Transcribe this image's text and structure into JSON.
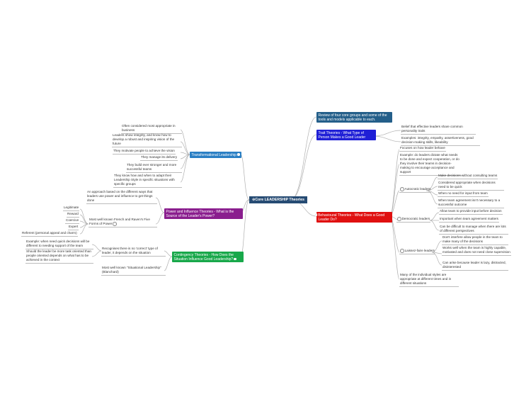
{
  "colors": {
    "root": "#264b73",
    "review": "#245f8a",
    "trait": "#1f1fd6",
    "behavioral": "#e01010",
    "transformational": "#2a7fc4",
    "power": "#8a1e8e",
    "contingency": "#18a84a",
    "connector": "#b0b0b0"
  },
  "root": {
    "label": "Core LEADERSHIP Theories",
    "icon": "mindmap-icon"
  },
  "review": {
    "text": "Review of four core groups and some of the tools and models applicable to each."
  },
  "trait": {
    "text": "Trait Theories - What Type of Person Makes a Good Leader",
    "children": [
      "Belief that effective leaders share common personality traits",
      "Examples: integrity, empathy, assertiveness, good decision-making skills, likeability"
    ]
  },
  "behavioral": {
    "text": "Behavioural Theories - What Does a Good Leader Do?",
    "intro": [
      "Focuses on how leader behave",
      "Example: do leaders dictate what needs to be done and expect cooperation, or do they involve their teams in decision-making to encourage acceptance and support"
    ],
    "autocratic": {
      "label": "Autocratic leaders",
      "children": [
        "Make decisions without consulting teams",
        "Considered appropriate when decisions need to be quick",
        "When no need for input from team",
        "When team agreement isn't necessary to a successful outcome"
      ]
    },
    "democratic": {
      "label": "Democratic leaders",
      "children": [
        "Allow team to provide input before decision",
        "Important when team agreement matters",
        "Can be difficult to manage when there are lots of different perspectives"
      ]
    },
    "laissez": {
      "label": "Laissez-faire leaders",
      "children": [
        "Don't interfere allow people in the team to make many of the decisions",
        "Works well when the team is highly capable, motivated and does not need close supervision",
        "Can arise because leader is lazy, distracted, disinterested"
      ]
    },
    "outro": "Many of the individual styles are appropriate at different times and in different situations"
  },
  "transformational": {
    "text": "Transformational Leadership",
    "children": [
      "Often considered most appropriate in business",
      "Leaders show integrity, and know how to develop a robust and inspiring vision of the future",
      "They motivate people to achieve the vision",
      "They manage its delivery",
      "They build ever stronger and more successful teams",
      "They know how and when to adapt their Leadership Style in specific situations with specific groups"
    ]
  },
  "power": {
    "text": "Power and Influence Theories - What is the Source of the Leader's Power?",
    "intro": "An approach based on the different ways that leaders use power and influence to get things done",
    "forms_label": "Most well known French and Raven's Five Forms of Power",
    "forms": [
      "Legitimate",
      "Reward",
      "Coercive",
      "Expert",
      "Referent (personal appeal and charm)"
    ]
  },
  "contingency": {
    "text": "Contingency Theories - How Does the Situation Influence Good Leadership?",
    "recognises": "Recognises there is no 'correct' type of leader, it depends on the situation",
    "situation_children": [
      "Example: when need quick decisions will be different to needing support of the team",
      "Should the leader be more task oriented than people oriented depends on what has to be achieved in the context"
    ],
    "situational": "Most well known \"Situational Leadership\" (Blanchard)"
  }
}
